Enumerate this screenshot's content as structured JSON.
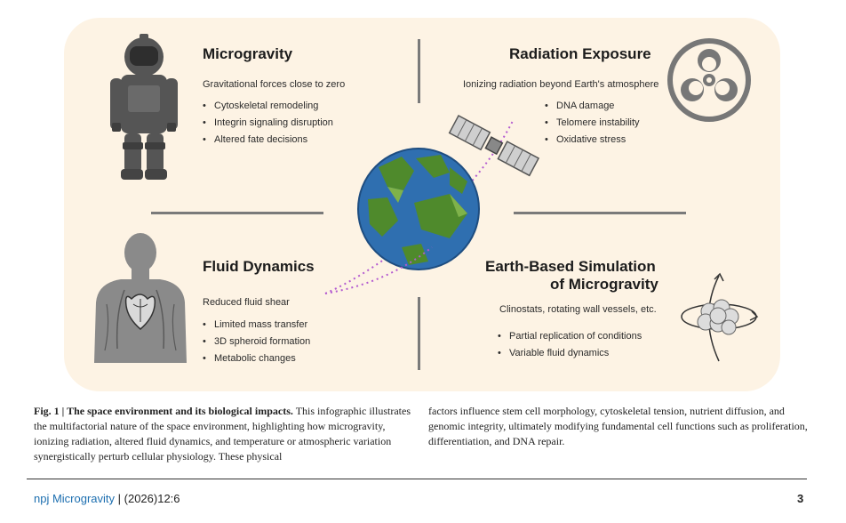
{
  "figure": {
    "microgravity": {
      "title": "Microgravity",
      "subtitle": "Gravitational forces close to zero",
      "items": [
        "Cytoskeletal remodeling",
        "Integrin signaling disruption",
        "Altered fate decisions"
      ]
    },
    "radiation": {
      "title": "Radiation Exposure",
      "subtitle": "Ionizing radiation beyond Earth's atmosphere",
      "items": [
        "DNA damage",
        "Telomere instability",
        "Oxidative stress"
      ]
    },
    "fluid": {
      "title": "Fluid Dynamics",
      "subtitle": "Reduced fluid shear",
      "items": [
        "Limited mass transfer",
        "3D spheroid formation",
        "Metabolic changes"
      ]
    },
    "simulation": {
      "title_line1": "Earth-Based Simulation",
      "title_line2": "of Microgravity",
      "subtitle": "Clinostats, rotating wall vessels, etc.",
      "items": [
        "Partial replication of conditions",
        "Variable fluid dynamics"
      ]
    },
    "colors": {
      "panel": "#fdf3e4",
      "earth_ocean": "#2f6fb0",
      "earth_land": "#4f8a2c",
      "orbit": "#b35ad0",
      "icon_gray": "#555555"
    }
  },
  "caption": {
    "label": "Fig. 1 | The space environment and its biological impacts.",
    "col1": "This infographic illustrates the multifactorial nature of the space environment, highlighting how microgravity, ionizing radiation, altered fluid dynamics, and temperature or atmospheric variation synergistically perturb cellular physiology. These physical",
    "col2": "factors influence stem cell morphology, cytoskeletal tension, nutrient diffusion, and genomic integrity, ultimately modifying fundamental cell functions such as proliferation, differentiation, and DNA repair."
  },
  "footer": {
    "journal": "npj Microgravity",
    "citation": "| (2026)12:6",
    "page": "3"
  }
}
